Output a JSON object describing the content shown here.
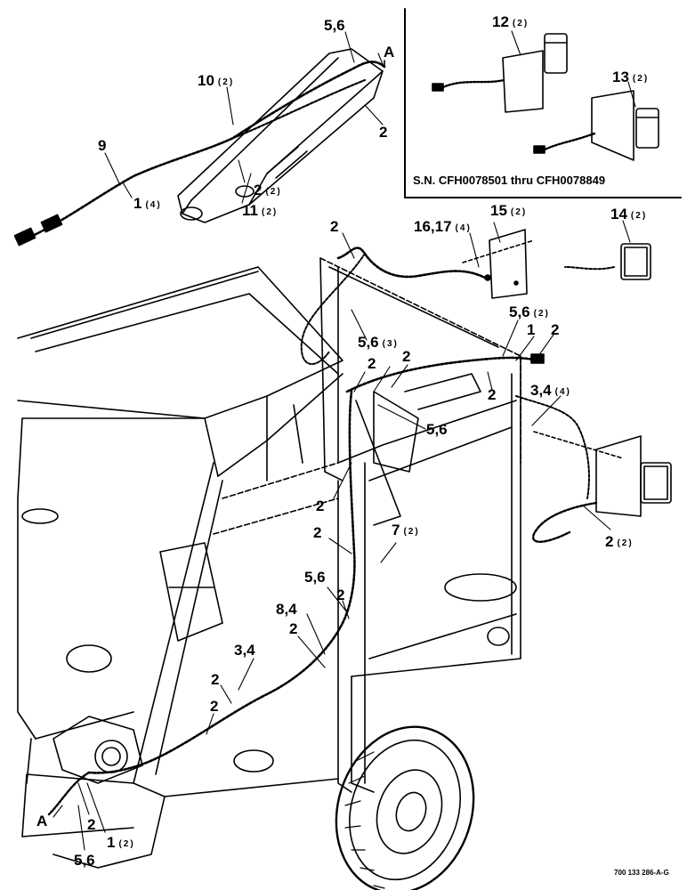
{
  "inset": {
    "caption": "S.N. CFH0078501 thru CFH0078849"
  },
  "drawing_id": "700 133 286-A-G",
  "callouts": {
    "c56_top": {
      "label": "5,6",
      "qty": ""
    },
    "cA_top": {
      "label": "A",
      "qty": ""
    },
    "c10": {
      "label": "10",
      "qty": "(2)"
    },
    "c9": {
      "label": "9",
      "qty": ""
    },
    "c2_tongue": {
      "label": "2",
      "qty": ""
    },
    "c2q_tongue": {
      "label": "2",
      "qty": "(2)"
    },
    "c11": {
      "label": "11",
      "qty": "(2)"
    },
    "c1_tongue": {
      "label": "1",
      "qty": "(4)"
    },
    "c12": {
      "label": "12",
      "qty": "(2)"
    },
    "c13": {
      "label": "13",
      "qty": "(2)"
    },
    "c2_top": {
      "label": "2",
      "qty": ""
    },
    "c1617": {
      "label": "16,17",
      "qty": "(4)"
    },
    "c15": {
      "label": "15",
      "qty": "(2)"
    },
    "c14": {
      "label": "14",
      "qty": "(2)"
    },
    "c56_r": {
      "label": "5,6",
      "qty": "(2)"
    },
    "c1_r": {
      "label": "1",
      "qty": ""
    },
    "c2_r": {
      "label": "2",
      "qty": ""
    },
    "c56_3": {
      "label": "5,6",
      "qty": "(3)"
    },
    "c2_a": {
      "label": "2",
      "qty": ""
    },
    "c2_b": {
      "label": "2",
      "qty": ""
    },
    "c2_c": {
      "label": "2",
      "qty": ""
    },
    "c34_4": {
      "label": "3,4",
      "qty": "(4)"
    },
    "c56_mid": {
      "label": "5,6",
      "qty": ""
    },
    "c2_d": {
      "label": "2",
      "qty": ""
    },
    "c2_e": {
      "label": "2",
      "qty": ""
    },
    "c7": {
      "label": "7",
      "qty": "(2)"
    },
    "c2q_lamp": {
      "label": "2",
      "qty": "(2)"
    },
    "c56_low": {
      "label": "5,6",
      "qty": ""
    },
    "c2_f": {
      "label": "2",
      "qty": ""
    },
    "c84": {
      "label": "8,4",
      "qty": ""
    },
    "c2_g": {
      "label": "2",
      "qty": ""
    },
    "c34": {
      "label": "3,4",
      "qty": ""
    },
    "c2_h": {
      "label": "2",
      "qty": ""
    },
    "c2_i": {
      "label": "2",
      "qty": ""
    },
    "cA_bot": {
      "label": "A",
      "qty": ""
    },
    "c2_bot": {
      "label": "2",
      "qty": ""
    },
    "c1_bot": {
      "label": "1",
      "qty": "(2)"
    },
    "c56_bot": {
      "label": "5,6",
      "qty": ""
    }
  }
}
